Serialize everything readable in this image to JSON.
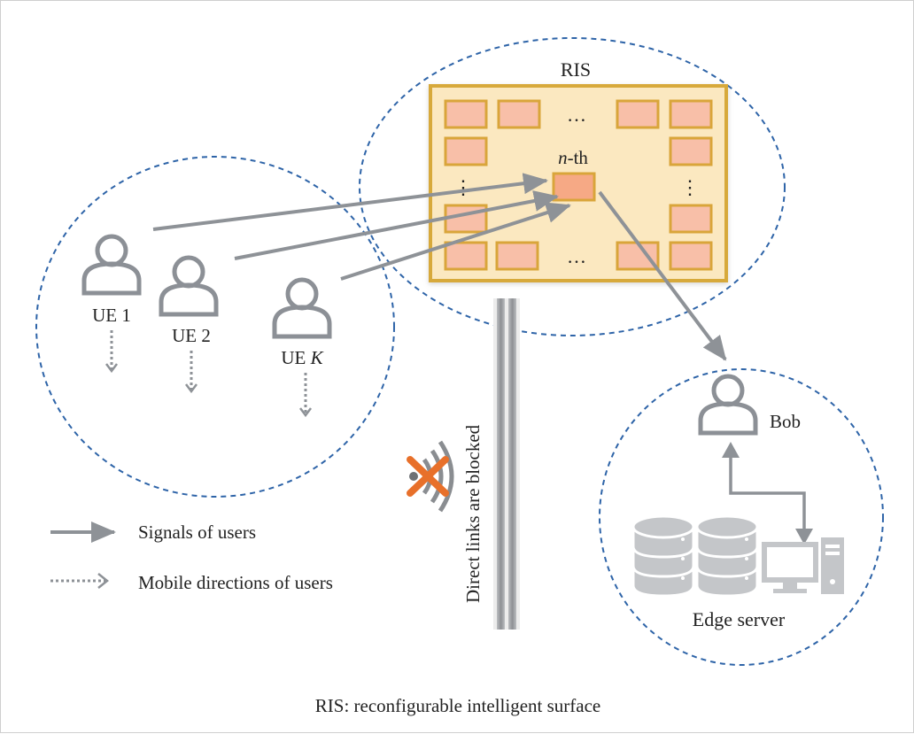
{
  "ris_label": "RIS",
  "nth_element_label_var": "n",
  "nth_element_label_suffix": "-th",
  "users": [
    {
      "label": "UE 1"
    },
    {
      "label": "UE 2"
    },
    {
      "label_prefix": "UE ",
      "label_var": "K"
    }
  ],
  "bob_label": "Bob",
  "edge_server_label": "Edge server",
  "wall_label": "Direct links are blocked",
  "legend": {
    "signals": "Signals of users",
    "mobile": "Mobile directions of users"
  },
  "caption": "RIS: reconfigurable intelligent surface",
  "colors": {
    "dashed_circle": "#2e64a8",
    "arrow": "#8e9297",
    "ris_fill": "#fbe8c0",
    "ris_border": "#d7a93b",
    "element_fill": "#f8bfa8",
    "element_border": "#d9a53a",
    "user_icon": "#8c9096",
    "cross": "#e8702a",
    "server": "#c4c6c9"
  },
  "ellipsis": "…",
  "vdots": "⋮"
}
